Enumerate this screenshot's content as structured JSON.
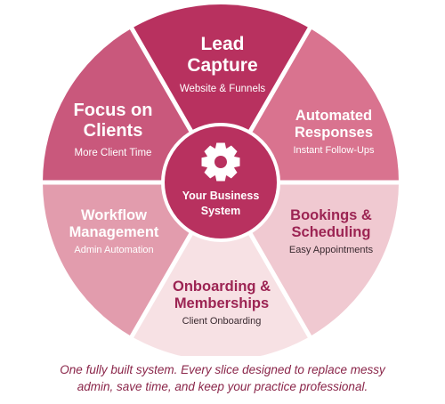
{
  "center": {
    "lines": [
      "Your Business",
      "System"
    ],
    "icon": "gear-icon"
  },
  "segments": [
    {
      "id": "lead-capture",
      "title": [
        "Lead",
        "Capture"
      ],
      "subtitle": "Website & Funnels",
      "color": "#b8315f",
      "title_color": "#ffffff",
      "sub_color": "#ffffff"
    },
    {
      "id": "automated-responses",
      "title": [
        "Automated",
        "Responses"
      ],
      "subtitle": "Instant Follow-Ups",
      "color": "#d9738f",
      "title_color": "#ffffff",
      "sub_color": "#ffffff"
    },
    {
      "id": "bookings-scheduling",
      "title": [
        "Bookings &",
        "Scheduling"
      ],
      "subtitle": "Easy Appointments",
      "color": "#f0c9d1",
      "title_color": "#9c2453",
      "sub_color": "#3a2a30"
    },
    {
      "id": "onboarding-memberships",
      "title": [
        "Onboarding &",
        "Memberships"
      ],
      "subtitle": "Client Onboarding",
      "color": "#f7e1e4",
      "title_color": "#9c2453",
      "sub_color": "#3a2a30"
    },
    {
      "id": "workflow-management",
      "title": [
        "Workflow",
        "Management"
      ],
      "subtitle": "Admin Automation",
      "color": "#e29cad",
      "title_color": "#ffffff",
      "sub_color": "#ffffff"
    },
    {
      "id": "focus-on-clients",
      "title": [
        "Focus on",
        "Clients"
      ],
      "subtitle": "More Client Time",
      "color": "#c9587c",
      "title_color": "#ffffff",
      "sub_color": "#ffffff"
    }
  ],
  "colors": {
    "hub": "#b8315f",
    "divider": "#ffffff",
    "caption": "#8a2549"
  },
  "caption": {
    "line1": "One fully built system. Every slice designed to replace messy",
    "line2": "admin, save time, and keep your practice professional."
  }
}
